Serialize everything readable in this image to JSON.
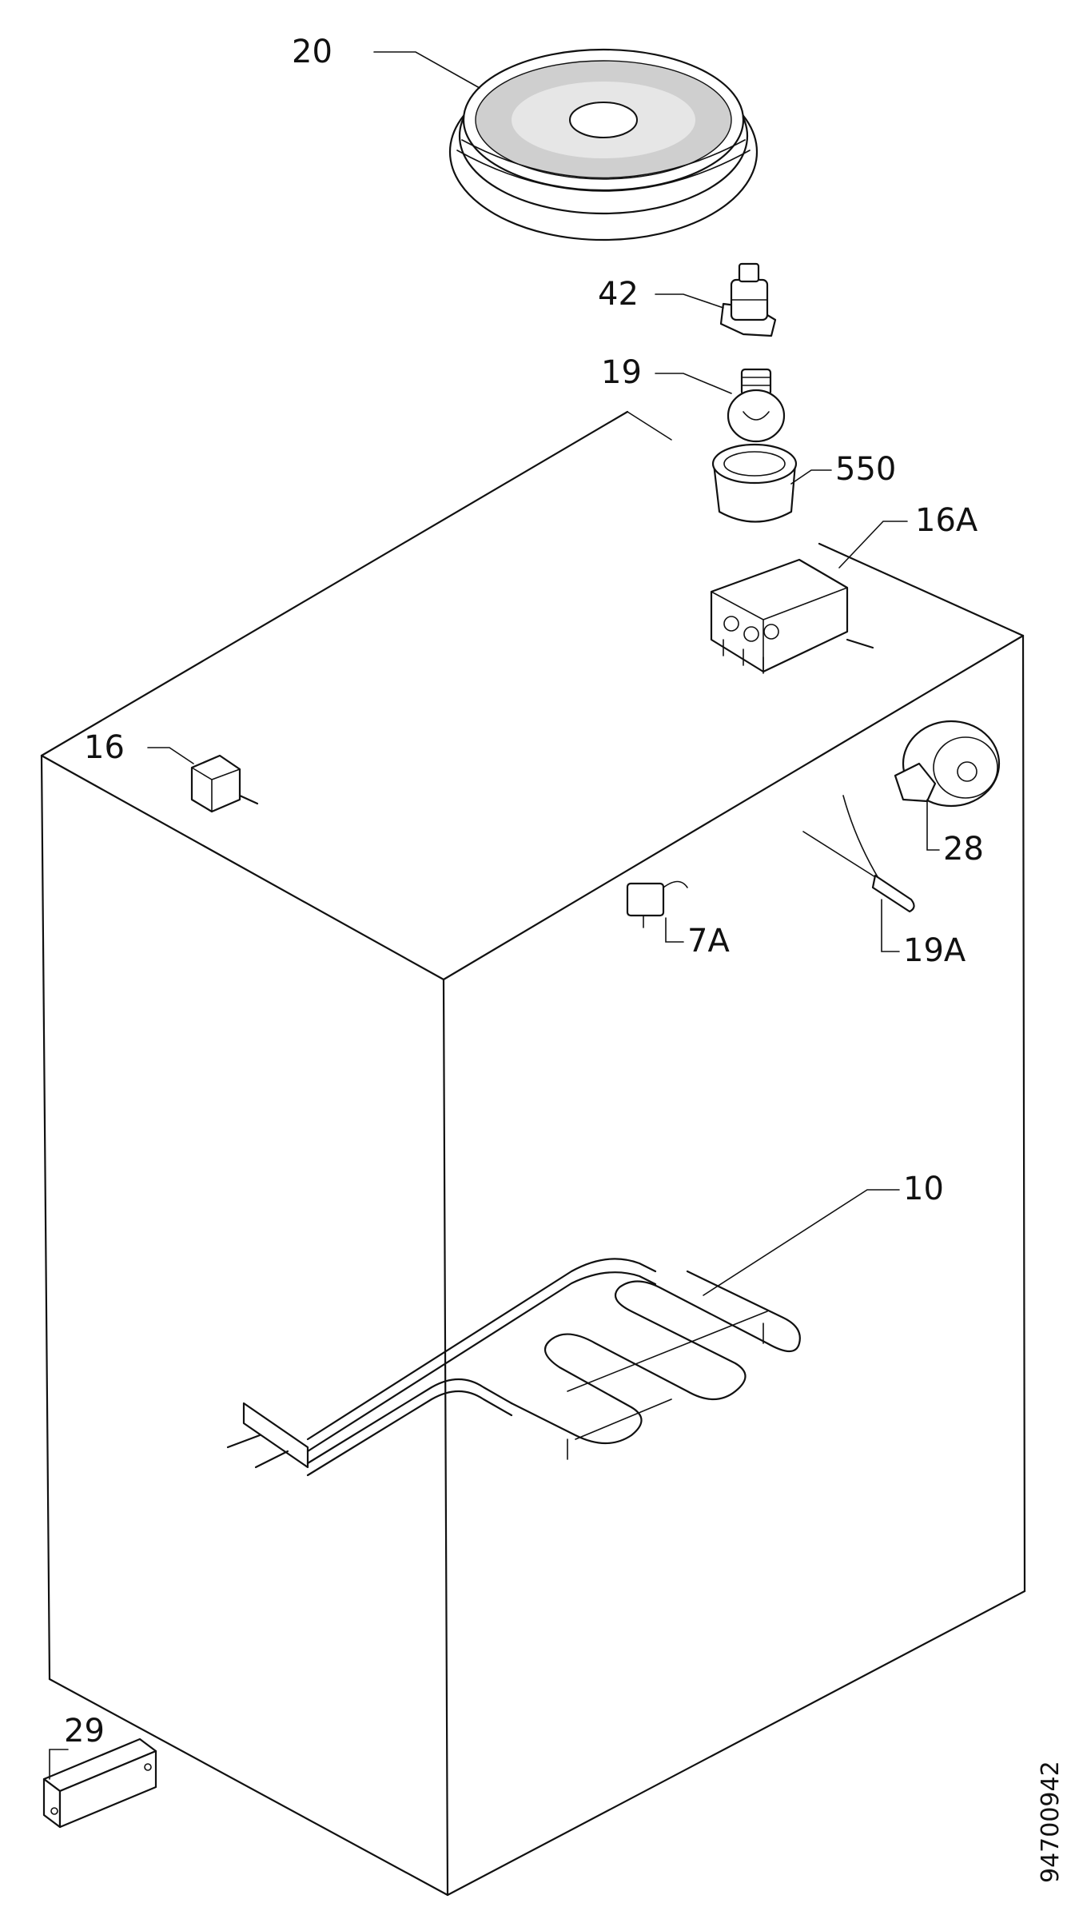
{
  "parts": [
    {
      "id": "p20",
      "label": "20",
      "icon": "fan-cover"
    },
    {
      "id": "p42",
      "label": "42",
      "icon": "lamp-holder"
    },
    {
      "id": "p19",
      "label": "19",
      "icon": "light-bulb"
    },
    {
      "id": "p550",
      "label": "550",
      "icon": "lamp-cover"
    },
    {
      "id": "p16A",
      "label": "16A",
      "icon": "terminal-block"
    },
    {
      "id": "p16",
      "label": "16",
      "icon": "push-switch"
    },
    {
      "id": "p28",
      "label": "28",
      "icon": "motor"
    },
    {
      "id": "p7A",
      "label": "7A",
      "icon": "micro-switch"
    },
    {
      "id": "p19A",
      "label": "19A",
      "icon": "temperature-sensor"
    },
    {
      "id": "p10",
      "label": "10",
      "icon": "heating-element"
    },
    {
      "id": "p29",
      "label": "29",
      "icon": "bracket"
    }
  ],
  "document_number": "94700942"
}
